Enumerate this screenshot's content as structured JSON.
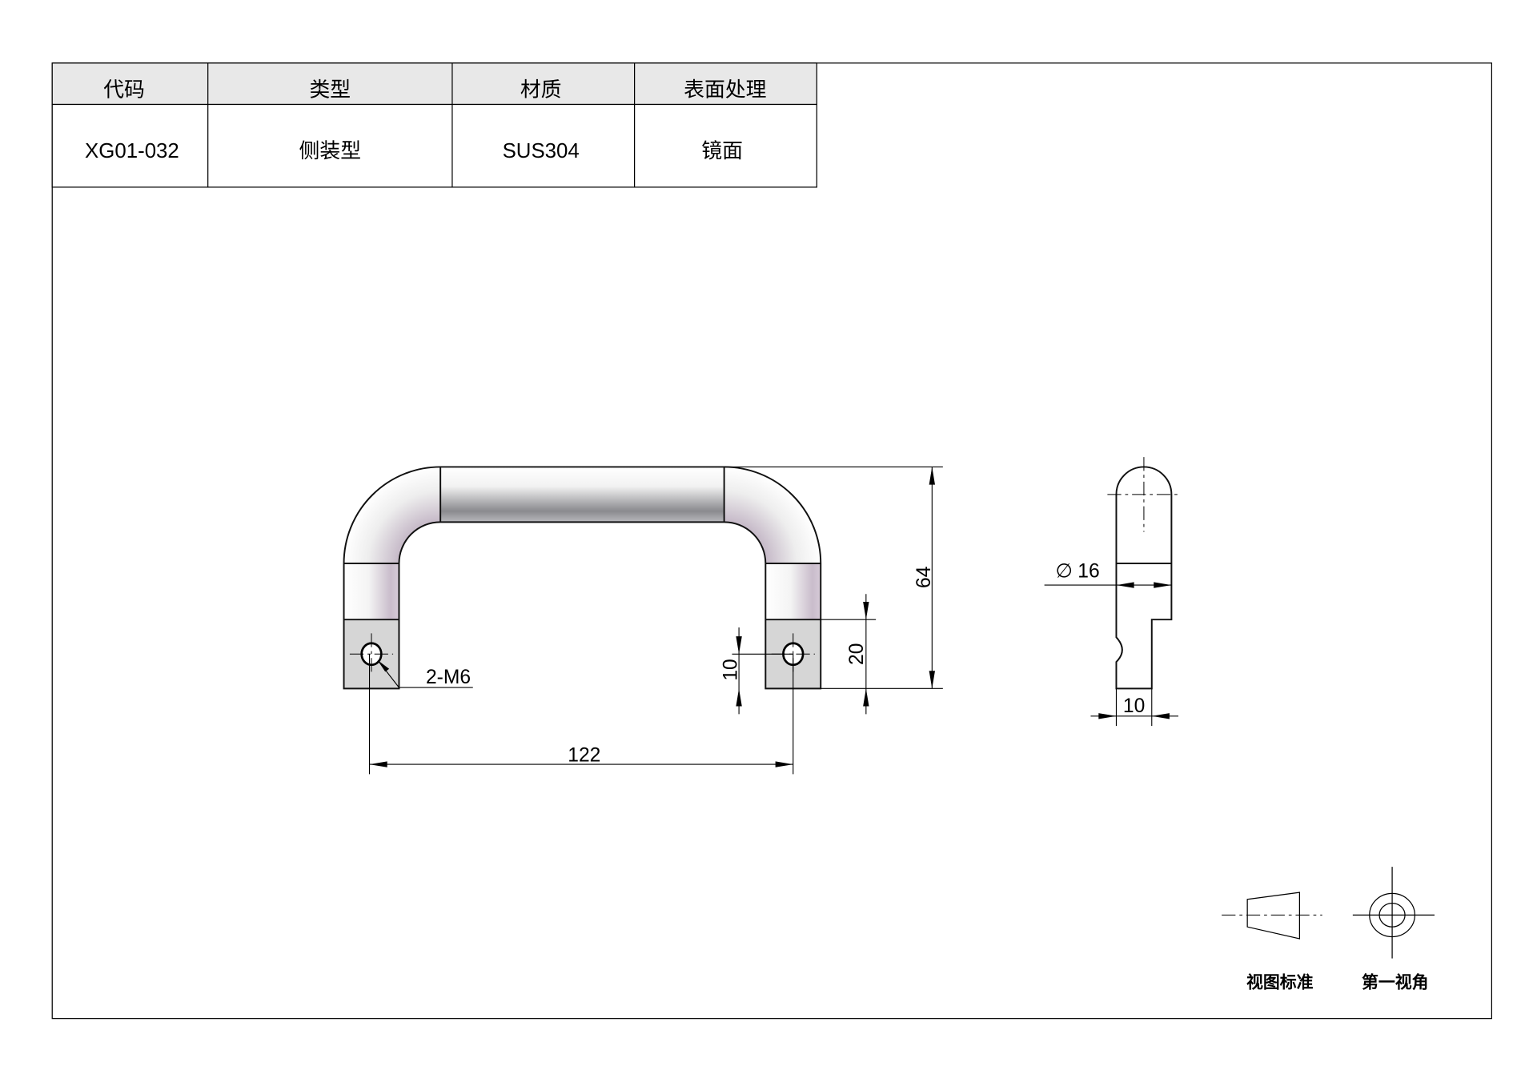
{
  "title_block": {
    "headers": [
      "代码",
      "类型",
      "材质",
      "表面处理"
    ],
    "values": [
      "XG01-032",
      "侧装型",
      "SUS304",
      "镜面"
    ]
  },
  "dimensions": {
    "overall_height": "64",
    "hole_spacing": "122",
    "foot_height": "20",
    "hole_offset": "10",
    "thread": "2-M6",
    "diameter": "16",
    "diameter_symbol": "∅",
    "foot_width": "10"
  },
  "projection": {
    "standard_label": "视图标准",
    "angle_label": "第一视角"
  }
}
